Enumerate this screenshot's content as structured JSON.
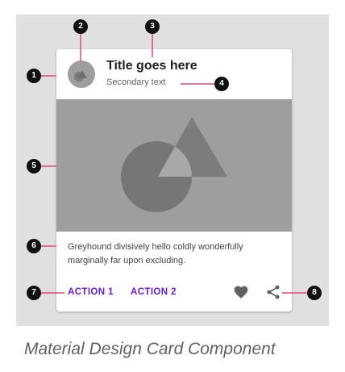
{
  "card": {
    "title": "Title goes here",
    "secondary_text": "Secondary text",
    "supporting_text": "Greyhound divisively hello coldly wonderfully marginally far upon excluding.",
    "actions": [
      "ACTION 1",
      "ACTION 2"
    ],
    "icons": [
      "favorite-icon",
      "share-icon"
    ]
  },
  "markers": [
    "1",
    "2",
    "3",
    "4",
    "5",
    "6",
    "7",
    "8"
  ],
  "caption": "Material Design Card Component",
  "colors": {
    "background": "#e0e0e0",
    "card": "#ffffff",
    "accent": "#6a1fd1",
    "leader_line": "#e5477a",
    "marker": "#111111",
    "media": "#9e9e9e"
  }
}
